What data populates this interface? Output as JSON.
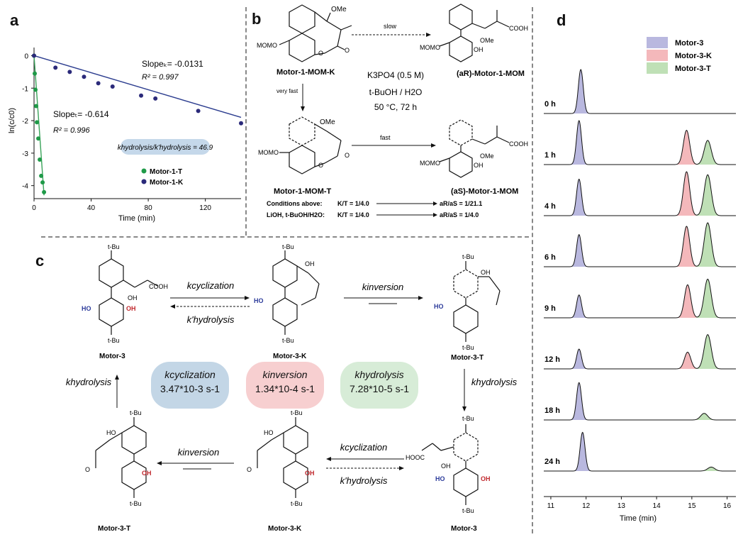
{
  "panels": {
    "a": "a",
    "b": "b",
    "c": "c",
    "d": "d"
  },
  "panel_a": {
    "ylabel": "ln(c/c0)",
    "xlabel": "Time (min)",
    "slope_k": "Slopeₖ= -0.0131",
    "r2_k": "R² = 0.997",
    "slope_t": "Slopeₜ= -0.614",
    "r2_t": "R² = 0.996",
    "ratio_box": "khydrolysis/k'hydrolysis = 46.9",
    "legend": [
      "Motor-1-T",
      "Motor-1-K"
    ],
    "colors": {
      "T": "#1f9a48",
      "K": "#2b2a7a",
      "line_T": "#3aa35a",
      "line_K": "#2c3d8f",
      "ratio_bg": "#c5d8ea"
    }
  },
  "chart_data": [
    {
      "type": "scatter",
      "xlabel": "Time (min)",
      "ylabel": "ln(c/c0)",
      "xlim": [
        0,
        145
      ],
      "ylim": [
        -4.4,
        0.25
      ],
      "xticks": [
        0,
        40,
        80,
        120
      ],
      "yticks": [
        0,
        -1,
        -2,
        -3,
        -4
      ],
      "series": [
        {
          "name": "Motor-1-T",
          "x": [
            0,
            0.5,
            1,
            1.5,
            2,
            3,
            4,
            5,
            6,
            7
          ],
          "y": [
            0,
            -0.55,
            -1.05,
            -1.55,
            -2.05,
            -2.55,
            -3.2,
            -3.7,
            -3.9,
            -4.2
          ],
          "fit_slope": -0.614
        },
        {
          "name": "Motor-1-K",
          "x": [
            0,
            15,
            25,
            35,
            45,
            55,
            75,
            85,
            115,
            145
          ],
          "y": [
            0,
            -0.37,
            -0.5,
            -0.65,
            -0.85,
            -0.95,
            -1.23,
            -1.32,
            -1.7,
            -2.08
          ],
          "fit_slope": -0.0131
        }
      ]
    },
    {
      "type": "line",
      "xlabel": "Time (min)",
      "xlim": [
        10.8,
        16.25
      ],
      "xticks": [
        11,
        12,
        13,
        14,
        15,
        16
      ],
      "legend": [
        "Motor-3",
        "Motor-3-K",
        "Motor-3-T"
      ],
      "colors": {
        "Motor-3": "#b9b8df",
        "Motor-3-K": "#f4b8bb",
        "Motor-3-T": "#bfe0b6"
      },
      "traces": [
        {
          "label": "0 h",
          "peaks": [
            [
              11.85,
              1.0,
              0.07
            ]
          ]
        },
        {
          "label": "1 h",
          "peaks": [
            [
              11.8,
              1.0,
              0.07
            ],
            [
              14.85,
              0.78,
              0.09
            ],
            [
              15.45,
              0.55,
              0.1
            ]
          ]
        },
        {
          "label": "4 h",
          "peaks": [
            [
              11.8,
              0.83,
              0.07
            ],
            [
              14.85,
              1.0,
              0.09
            ],
            [
              15.45,
              0.93,
              0.1
            ]
          ]
        },
        {
          "label": "6 h",
          "peaks": [
            [
              11.8,
              0.73,
              0.07
            ],
            [
              14.85,
              0.92,
              0.09
            ],
            [
              15.45,
              1.0,
              0.1
            ]
          ]
        },
        {
          "label": "9 h",
          "peaks": [
            [
              11.8,
              0.52,
              0.07
            ],
            [
              14.88,
              0.75,
              0.09
            ],
            [
              15.45,
              0.88,
              0.1
            ]
          ]
        },
        {
          "label": "12 h",
          "peaks": [
            [
              11.8,
              0.45,
              0.07
            ],
            [
              14.88,
              0.38,
              0.09
            ],
            [
              15.45,
              0.78,
              0.1
            ]
          ]
        },
        {
          "label": "18 h",
          "peaks": [
            [
              11.8,
              0.85,
              0.07
            ],
            [
              15.35,
              0.15,
              0.1
            ]
          ]
        },
        {
          "label": "24 h",
          "peaks": [
            [
              11.9,
              0.88,
              0.07
            ],
            [
              15.55,
              0.09,
              0.1
            ]
          ]
        }
      ]
    }
  ],
  "panel_b": {
    "slow": "slow",
    "fast": "fast",
    "very_fast": "very fast",
    "conditions": [
      "K3PO4 (0.5 M)",
      "t-BuOH / H2O",
      "50 °C, 72 h"
    ],
    "compounds": {
      "k": "Motor-1-MOM-K",
      "t": "Motor-1-MOM-T",
      "r": "(aR)-Motor-1-MOM",
      "s": "(aS)-Motor-1-MOM"
    },
    "table": [
      {
        "cond": "Conditions above:",
        "kt": "K/T = 1/4.0",
        "rs": "aR/aS = 1/21.1"
      },
      {
        "cond": "LiOH, t-BuOH/H2O:",
        "kt": "K/T = 1/4.0",
        "rs": "aR/aS = 1/4.0"
      }
    ]
  },
  "panel_c": {
    "compounds": [
      "Motor-3",
      "Motor-3-K",
      "Motor-3-T",
      "Motor-3",
      "Motor-3-K",
      "Motor-3-T"
    ],
    "k_cyclization": "kcyclization",
    "k_inversion": "kinversion",
    "k_hydrolysis": "khydrolysis",
    "k_hydrolysis_prime": "k'hydrolysis",
    "pills": [
      {
        "title": "kcyclization",
        "value": "3.47*10-3 s-1",
        "bg": "#c3d6e6"
      },
      {
        "title": "kinversion",
        "value": "1.34*10-4 s-1",
        "bg": "#f7cfd0"
      },
      {
        "title": "khydrolysis",
        "value": "7.28*10-5 s-1",
        "bg": "#d7ecd7"
      }
    ]
  }
}
